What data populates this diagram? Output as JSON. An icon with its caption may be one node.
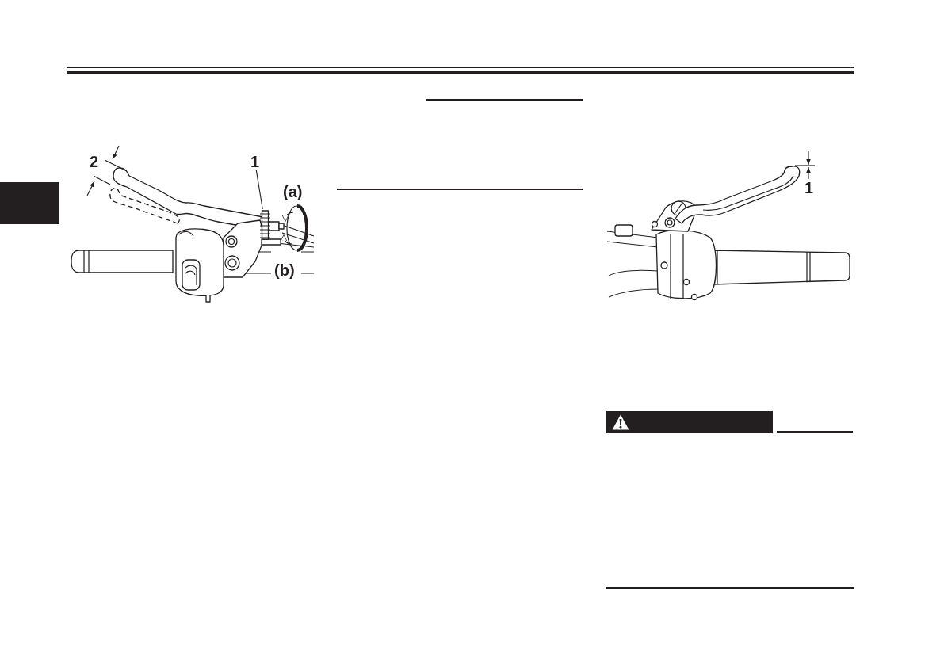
{
  "diagram": {
    "nodes": [
      {
        "text": [
          "1"
        ]
      },
      {
        "text": [],
        "shape": "box"
      }
    ],
    "edges": [
      {
        "from": 0,
        "to": 1,
        "arrow": "none"
      }
    ],
    "labels": [
      "2",
      "(a)",
      "(b)",
      "1"
    ]
  }
}
